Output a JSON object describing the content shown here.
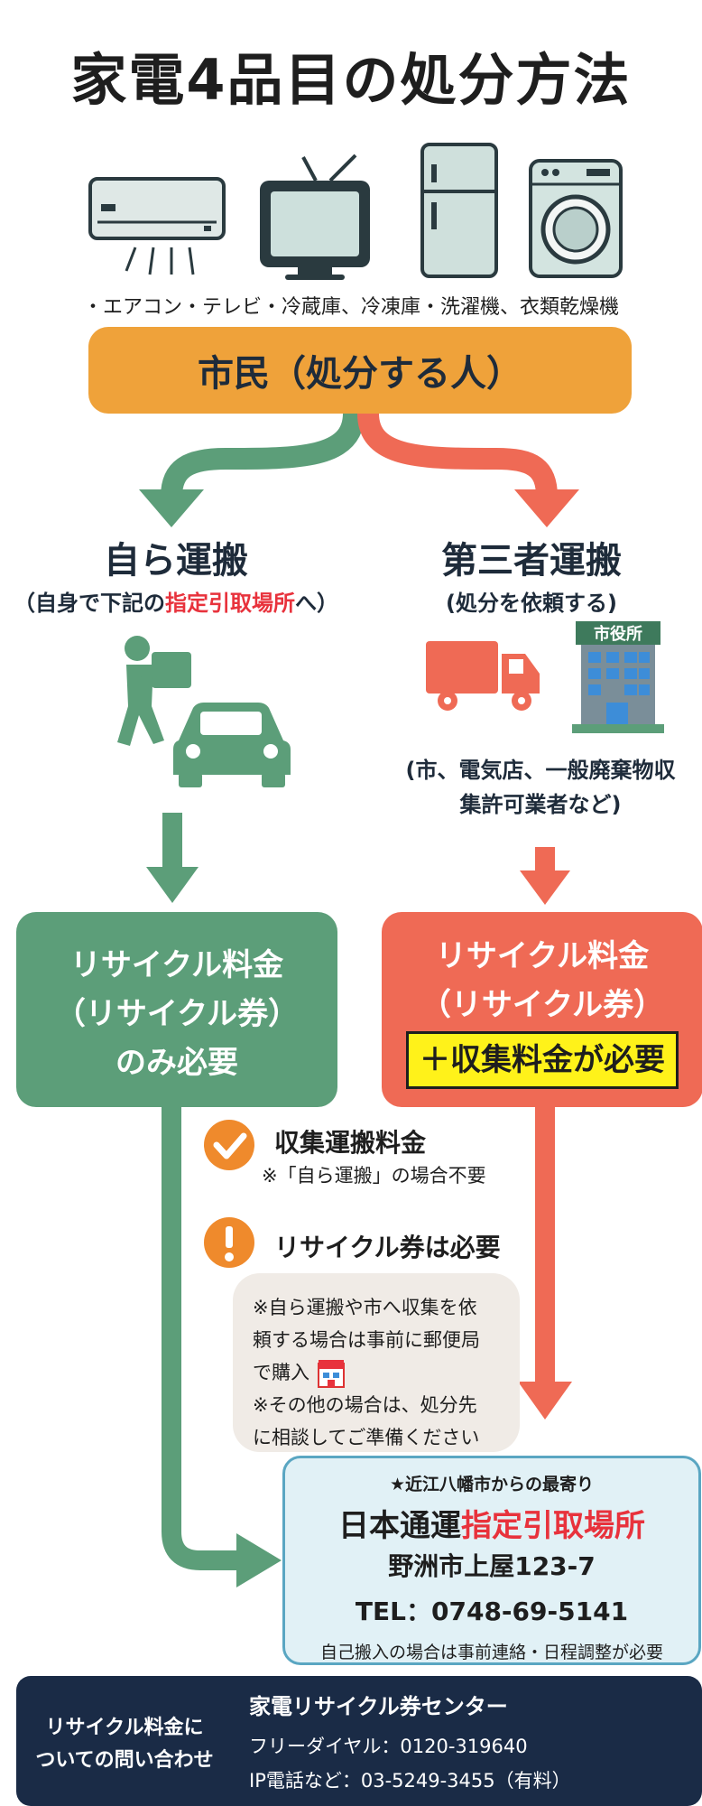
{
  "title": "家電4品目の処分方法",
  "appliances_line": "・エアコン・テレビ・冷蔵庫、冷凍庫・洗濯機、衣類乾燥機",
  "icons": [
    "air-conditioner-icon",
    "television-icon",
    "refrigerator-icon",
    "washing-machine-icon",
    "person-carrying-box-icon",
    "car-icon",
    "truck-icon",
    "city-hall-icon",
    "check-icon",
    "exclamation-icon",
    "post-office-icon"
  ],
  "citizen": "市民（処分する人）",
  "left": {
    "title": "自ら運搬",
    "sub_pre": "（自身で下記の",
    "sub_red": "指定引取場所",
    "sub_post": "へ）",
    "box_line1": "リサイクル料金",
    "box_line2": "（リサイクル券）",
    "box_line3": "のみ必要"
  },
  "right": {
    "title": "第三者運搬",
    "sub": "(処分を依頼する)",
    "building_sign": "市役所",
    "note_line1": "(市、電気店、一般廃棄物収",
    "note_line2": "集許可業者など)",
    "box_line1": "リサイクル料金",
    "box_line2": "（リサイクル券）",
    "box_highlight": "＋収集料金が必要"
  },
  "notes": {
    "n1_title": "収集運搬料金",
    "n1_sub": "※「自ら運搬」の場合不要",
    "n2_title": "リサイクル券は必要",
    "bubble_1a": "※自ら運搬や市へ収集を依",
    "bubble_1b": "頼する場合は事前に郵便局",
    "bubble_1c": "で購入",
    "bubble_2a": "※その他の場合は、処分先",
    "bubble_2b": "に相談してご準備ください"
  },
  "destination": {
    "pre": "★近江八幡市からの最寄り",
    "name_black": "日本通運",
    "name_red": "指定引取場所",
    "address": "野洲市上屋123-7",
    "tel": "TEL：0748-69-5141",
    "note": "自己搬入の場合は事前連絡・日程調整が必要"
  },
  "footer": {
    "left1": "リサイクル料金に",
    "left2": "ついての問い合わせ",
    "center": "家電リサイクル券センター",
    "free": "フリーダイヤル：0120-319640",
    "ip": "IP電話など：03-5249-3455（有料）"
  },
  "colors": {
    "green": "#5c9e79",
    "red": "#ef6a55",
    "orange": "#efa23a",
    "navy": "#1a2b46",
    "yellow": "#fff21a"
  }
}
